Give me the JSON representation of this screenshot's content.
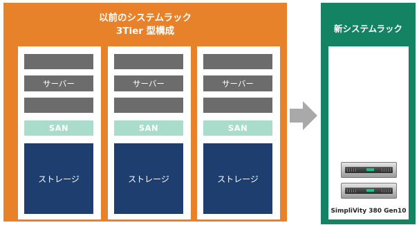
{
  "old_system": {
    "title_line1": "以前のシステムラック",
    "title_line2": "3Tier 型構成",
    "racks": [
      {
        "server_label": "サーバー",
        "san_label": "SAN",
        "storage_label": "ストレージ"
      },
      {
        "server_label": "サーバー",
        "san_label": "SAN",
        "storage_label": "ストレージ"
      },
      {
        "server_label": "サーバー",
        "san_label": "SAN",
        "storage_label": "ストレージ"
      }
    ]
  },
  "new_system": {
    "title": "新システムラック",
    "product_label": "SimpliVity 380 Gen10"
  },
  "colors": {
    "old_panel": "#e7822a",
    "new_panel": "#138364",
    "server_slot": "#6c6c6c",
    "san_slot": "#a9dccb",
    "storage_slot": "#1d3e6f",
    "arrow": "#a9a9a9"
  },
  "icons": {
    "transition_arrow": "right-arrow-icon",
    "server_hardware": "server-appliance-icon"
  }
}
